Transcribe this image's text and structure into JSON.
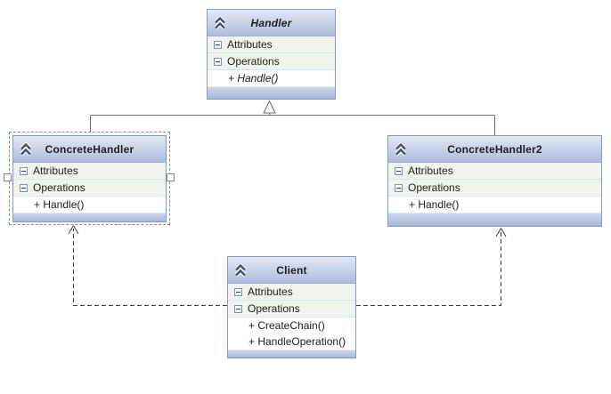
{
  "colors": {
    "header_top": "#d3dcef",
    "header_bottom": "#aebddc",
    "box_border": "#7f9cc4",
    "section_bg": "#f1f4ec",
    "member_bg": "#ffffff",
    "strip_top": "#ccd5ea",
    "strip_bottom": "#a9b8d9",
    "connector": "#6e6e6e",
    "dependency": "#3c3c3c",
    "text": "#1e1e1e"
  },
  "icons": {
    "collapse": "chevron-double-up",
    "expander": "minus-box"
  },
  "classes": {
    "handler": {
      "title": "Handler",
      "attributes_label": "Attributes",
      "operations_label": "Operations",
      "operations": {
        "op1": "+ Handle()"
      }
    },
    "concrete_handler": {
      "title": "ConcreteHandler",
      "attributes_label": "Attributes",
      "operations_label": "Operations",
      "operations": {
        "op1": "+ Handle()"
      }
    },
    "concrete_handler2": {
      "title": "ConcreteHandler2",
      "attributes_label": "Attributes",
      "operations_label": "Operations",
      "operations": {
        "op1": "+ Handle()"
      }
    },
    "client": {
      "title": "Client",
      "attributes_label": "Attributes",
      "operations_label": "Operations",
      "operations": {
        "op1": "+ CreateChain()",
        "op2": "+ HandleOperation()"
      }
    }
  }
}
